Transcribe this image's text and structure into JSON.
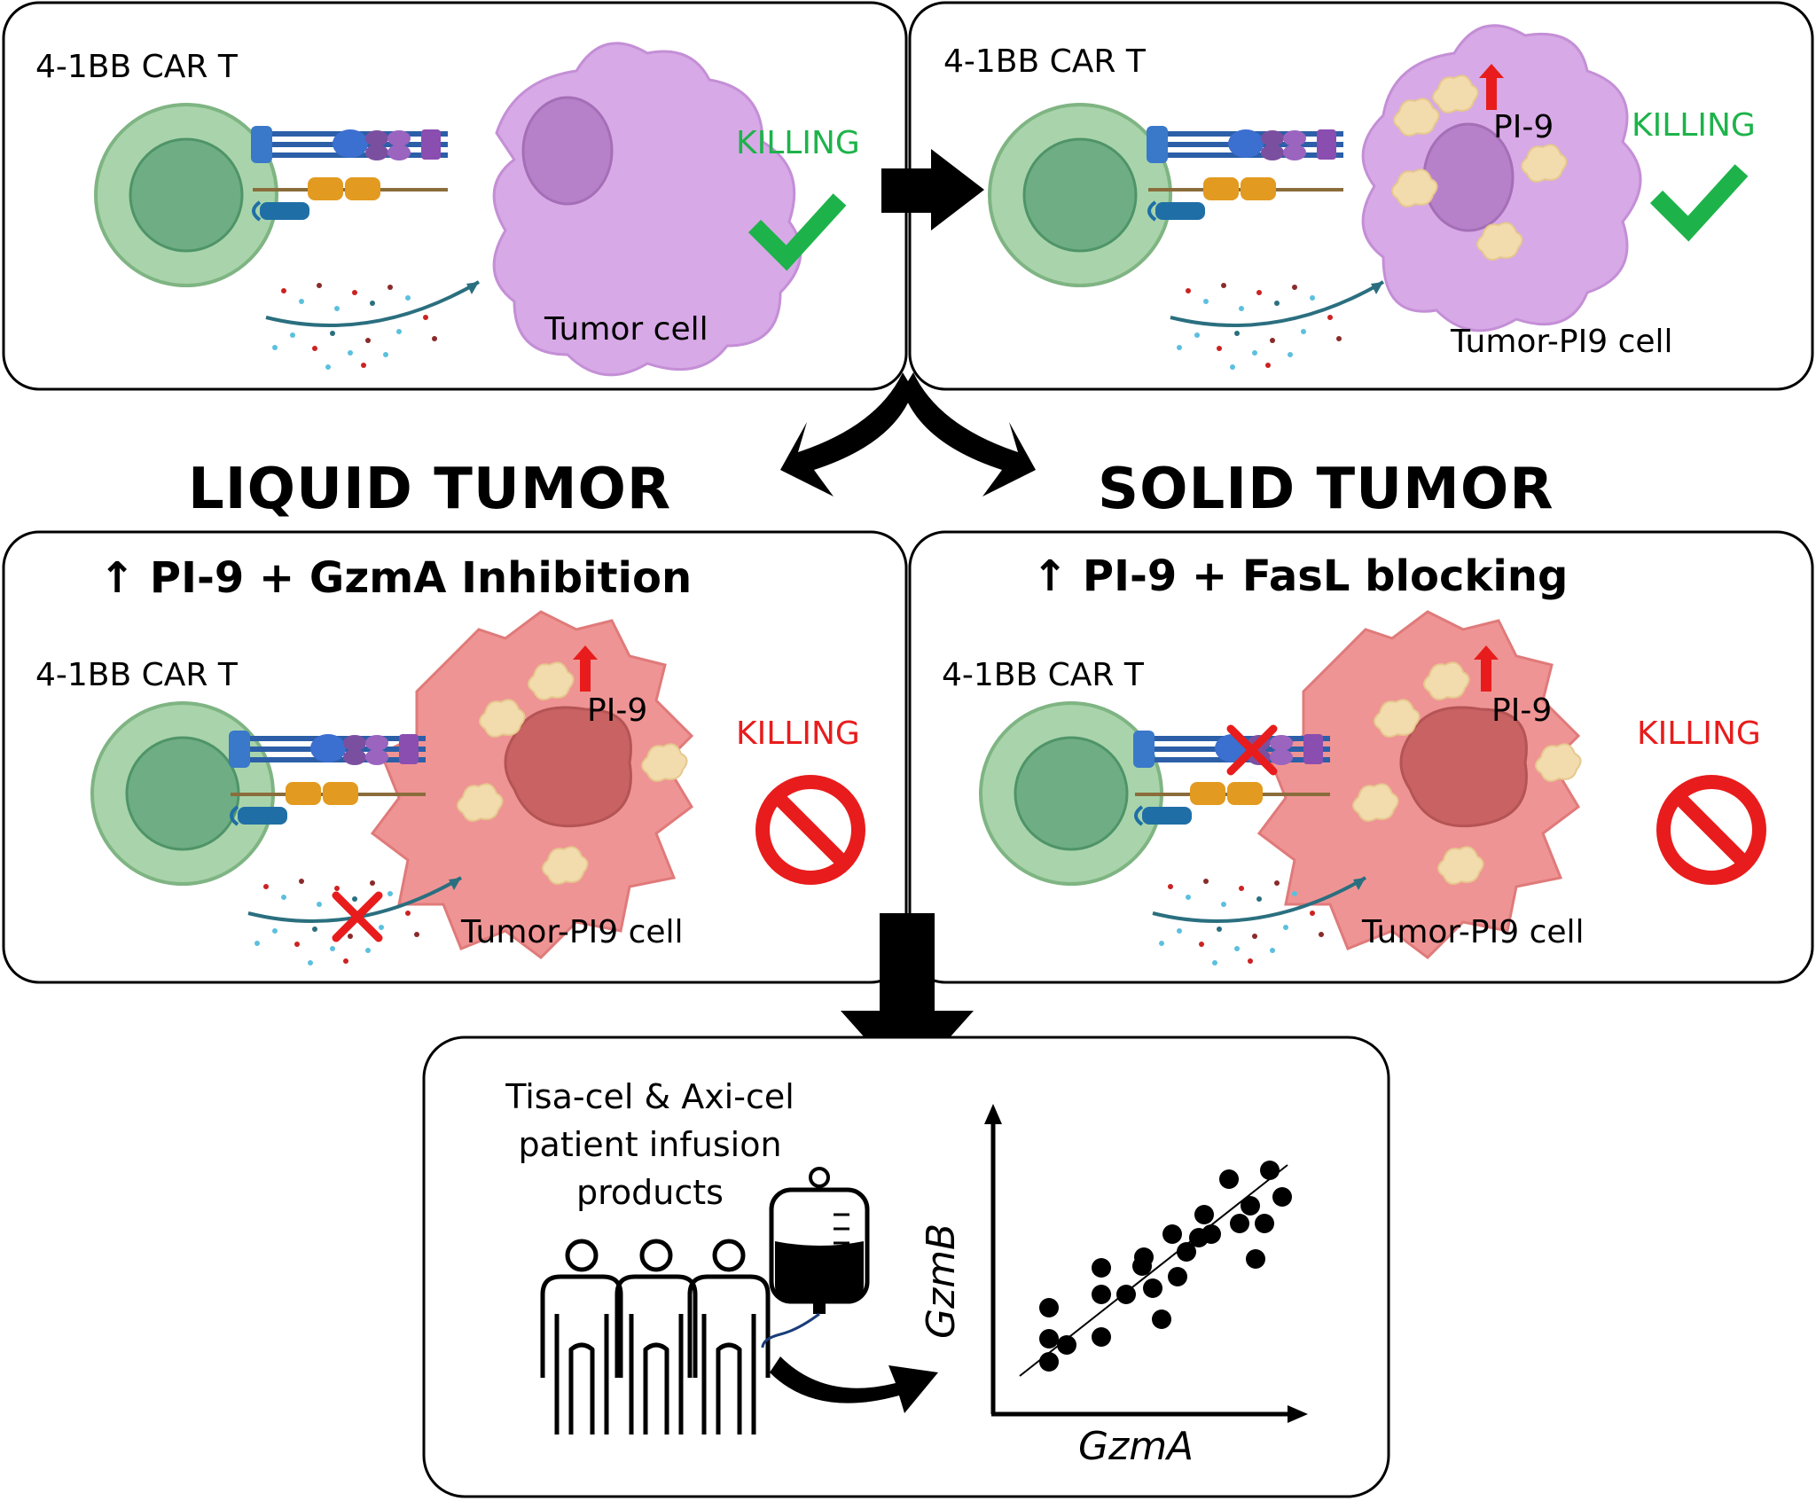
{
  "colors": {
    "kill_ok": "#1db34a",
    "kill_blocked": "#e81c1c",
    "tcell_outer": "#a9d4ab",
    "tcell_inner": "#6fae84",
    "tumor_purple": "#d7a9e6",
    "tumor_red": "#ef9494",
    "pi9_arrow": "#e81c1c",
    "pi9_blob": "#f2dcae"
  },
  "panels": {
    "top_left": {
      "car_label": "4-1BB CAR T",
      "killing": "KILLING",
      "cell_label": "Tumor cell"
    },
    "top_right": {
      "car_label": "4-1BB CAR T",
      "pi9_label": "PI-9",
      "killing": "KILLING",
      "cell_label": "Tumor-PI9 cell"
    },
    "liquid": {
      "heading": "LIQUID TUMOR",
      "subheading": "↑ PI-9 + GzmA Inhibition",
      "car_label": "4-1BB CAR T",
      "pi9_label": "PI-9",
      "killing": "KILLING",
      "cell_label": "Tumor-PI9 cell"
    },
    "solid": {
      "heading": "SOLID TUMOR",
      "subheading": "↑ PI-9 + FasL blocking",
      "car_label": "4-1BB CAR T",
      "pi9_label": "PI-9",
      "killing": "KILLING",
      "cell_label": "Tumor-PI9 cell"
    },
    "bottom": {
      "caption_line1": "Tisa-cel & Axi-cel",
      "caption_line2": "patient infusion",
      "caption_line3": "products",
      "x_axis": "GzmA",
      "y_axis": "GzmB"
    }
  },
  "icons": [
    "checkmark-icon",
    "prohibited-icon",
    "cross-icon",
    "person-icon",
    "infusion-bag-icon",
    "arrow-icon"
  ]
}
